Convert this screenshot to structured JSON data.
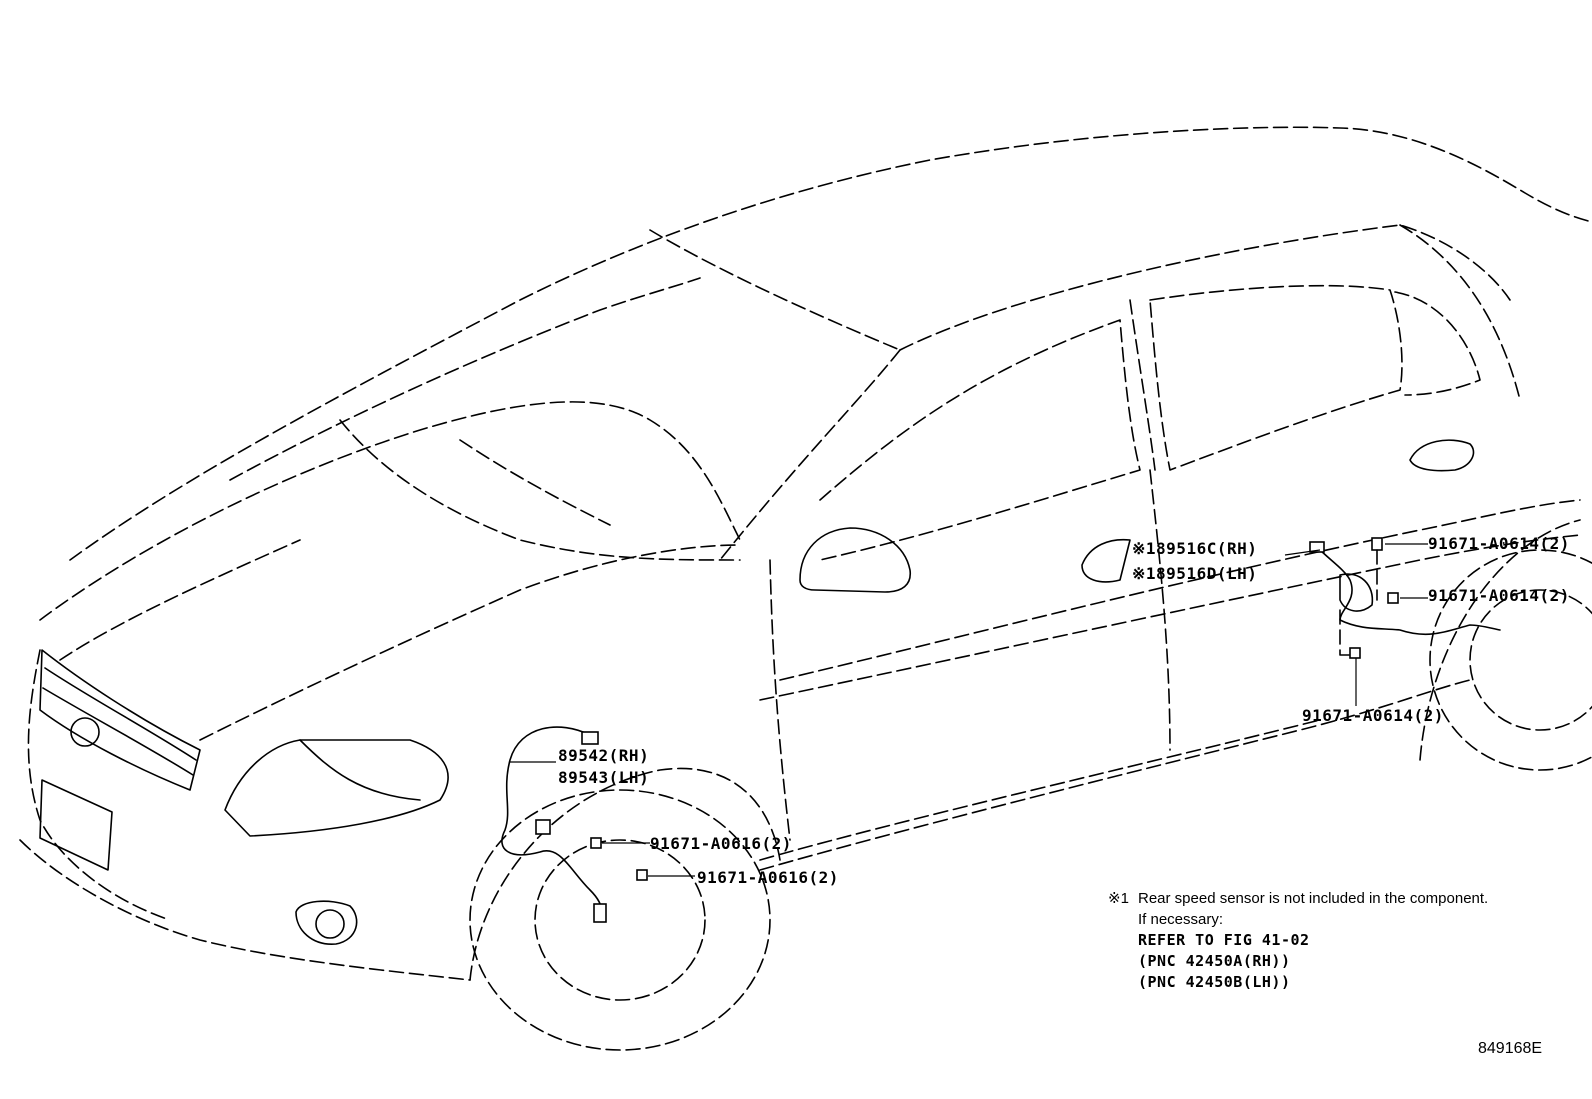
{
  "callouts": {
    "rear_sensor_rh": "※189516C(RH)",
    "rear_sensor_lh": "※189516D(LH)",
    "rear_bolt_top": "91671-A0614(2)",
    "rear_bolt_mid": "91671-A0614(2)",
    "rear_bolt_bottom": "91671-A0614(2)",
    "front_sensor_rh": "89542(RH)",
    "front_sensor_lh": "89543(LH)",
    "front_bolt_upper": "91671-A0616(2)",
    "front_bolt_lower": "91671-A0616(2)"
  },
  "note": {
    "mark": "※1",
    "line1": "Rear speed sensor is not included in the component.",
    "line2": "If necessary:",
    "line3": "REFER TO FIG 41-02",
    "line4": "(PNC 42450A(RH))",
    "line5": "(PNC 42450B(LH))"
  },
  "figure_id": "849168E",
  "colors": {
    "line": "#000000",
    "background": "#ffffff"
  }
}
